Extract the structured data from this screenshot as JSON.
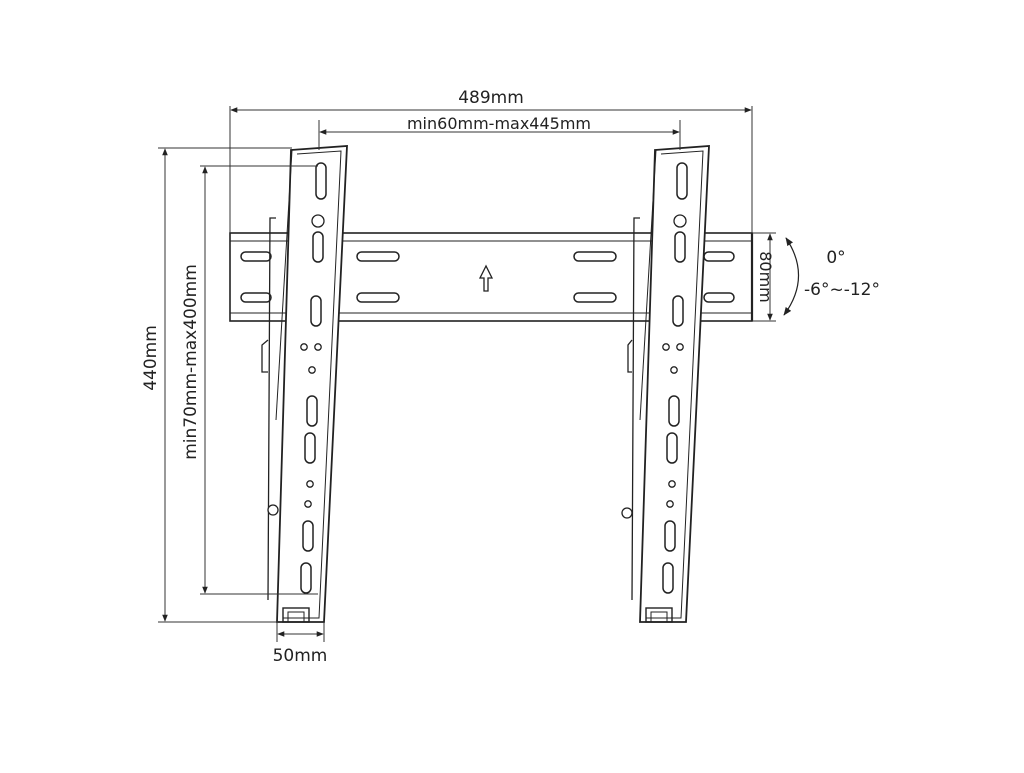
{
  "dimensions": {
    "overall_width": "489mm",
    "hole_spacing_width": "min60mm-max445mm",
    "overall_height": "440mm",
    "hole_spacing_height": "min70mm-max400mm",
    "arm_width": "50mm",
    "rail_height": "80mm"
  },
  "tilt": {
    "upper": "0°",
    "range": "-6°~-12°"
  },
  "colors": {
    "line": "#222222",
    "background": "#ffffff"
  },
  "icons": [
    "up-arrow-icon",
    "tilt-arrow-icon"
  ]
}
